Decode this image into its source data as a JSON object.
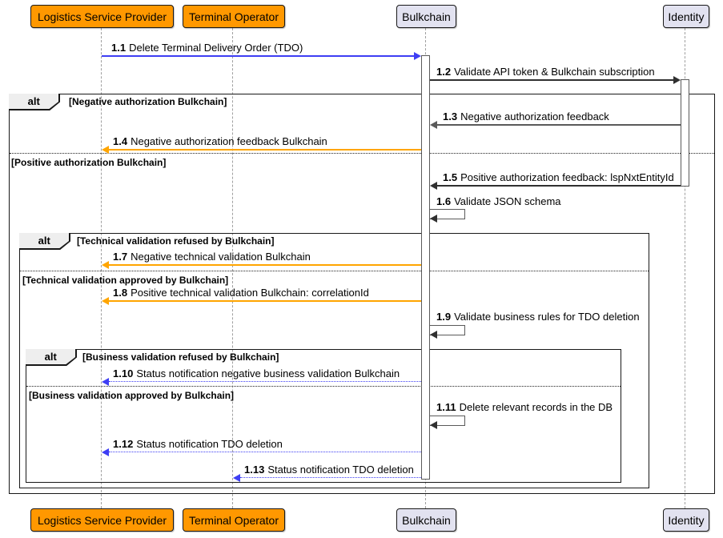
{
  "diagram": {
    "type": "sequence",
    "participants": [
      {
        "label": "Logistics Service Provider"
      },
      {
        "label": "Terminal Operator"
      },
      {
        "label": "Bulkchain"
      },
      {
        "label": "Identity"
      }
    ],
    "frames": [
      {
        "operator": "alt",
        "guard_top": "[Negative authorization Bulkchain]",
        "guard_bottom": "[Positive authorization Bulkchain]"
      },
      {
        "operator": "alt",
        "guard_top": "[Technical validation refused by Bulkchain]",
        "guard_bottom": "[Technical validation approved by Bulkchain]"
      },
      {
        "operator": "alt",
        "guard_top": "[Business validation refused by Bulkchain]",
        "guard_bottom": "[Business validation approved by Bulkchain]"
      }
    ],
    "messages": [
      {
        "num": "1.1",
        "text": "Delete Terminal Delivery Order (TDO)"
      },
      {
        "num": "1.2",
        "text": "Validate API token & Bulkchain subscription"
      },
      {
        "num": "1.3",
        "text": "Negative authorization feedback"
      },
      {
        "num": "1.4",
        "text": "Negative authorization feedback Bulkchain"
      },
      {
        "num": "1.5",
        "text": "Positive authorization feedback: lspNxtEntityId"
      },
      {
        "num": "1.6",
        "text": "Validate JSON schema"
      },
      {
        "num": "1.7",
        "text": "Negative technical validation Bulkchain"
      },
      {
        "num": "1.8",
        "text": "Positive technical validation Bulkchain: correlationId"
      },
      {
        "num": "1.9",
        "text": "Validate business rules for TDO deletion"
      },
      {
        "num": "1.10",
        "text": "Status notification negative business validation Bulkchain"
      },
      {
        "num": "1.11",
        "text": "Delete relevant records in the DB"
      },
      {
        "num": "1.12",
        "text": "Status notification TDO deletion"
      },
      {
        "num": "1.13",
        "text": "Status notification TDO deletion"
      }
    ],
    "colors": {
      "actor_orange": "#FF9800",
      "participant_fill": "#E2E2F0",
      "border_dark": "#181818",
      "arrow_blue": "#3E3EF4",
      "arrow_orange": "#FFA500",
      "arrow_dark": "#303030",
      "arrow_gray": "#5A5A5A",
      "lifeline_gray": "#A0A0A0",
      "tab_fill": "#EEEEEE"
    }
  }
}
